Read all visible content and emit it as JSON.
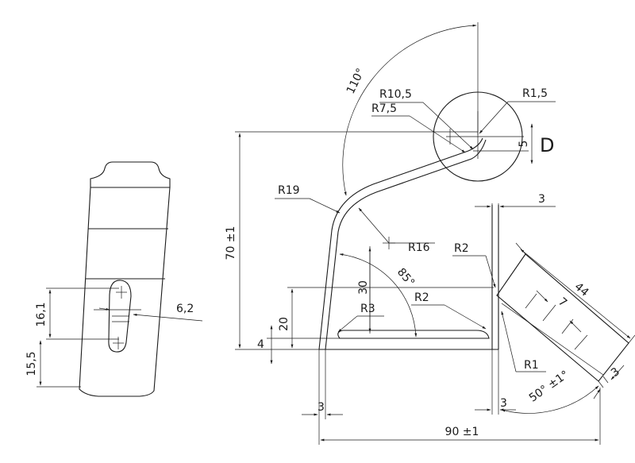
{
  "drawing": {
    "side_view": {
      "dim_16_1": "16,1",
      "dim_15_5": "15,5",
      "dim_6_2": "6,2"
    },
    "main_view": {
      "angle_110": "110°",
      "radius_10_5": "R10,5",
      "radius_7_5": "R7,5",
      "radius_1_5": "R1,5",
      "dim_5": "5",
      "detail_label": "D",
      "dim_3_top": "3",
      "radius_19": "R19",
      "radius_16": "R16",
      "dim_70": "70 ±1",
      "angle_85": "85°",
      "dim_30": "30",
      "radius_2_left": "R2",
      "radius_2_right": "R2",
      "dim_20": "20",
      "radius_3": "R3",
      "dim_4": "4",
      "radius_1": "R1",
      "dim_44": "44",
      "dim_7": "7",
      "angle_50": "50° ±1°",
      "dim_3_right": "3",
      "dim_3_bottom_left": "3",
      "dim_3_bottom_mid": "3",
      "dim_90": "90 ±1"
    }
  }
}
